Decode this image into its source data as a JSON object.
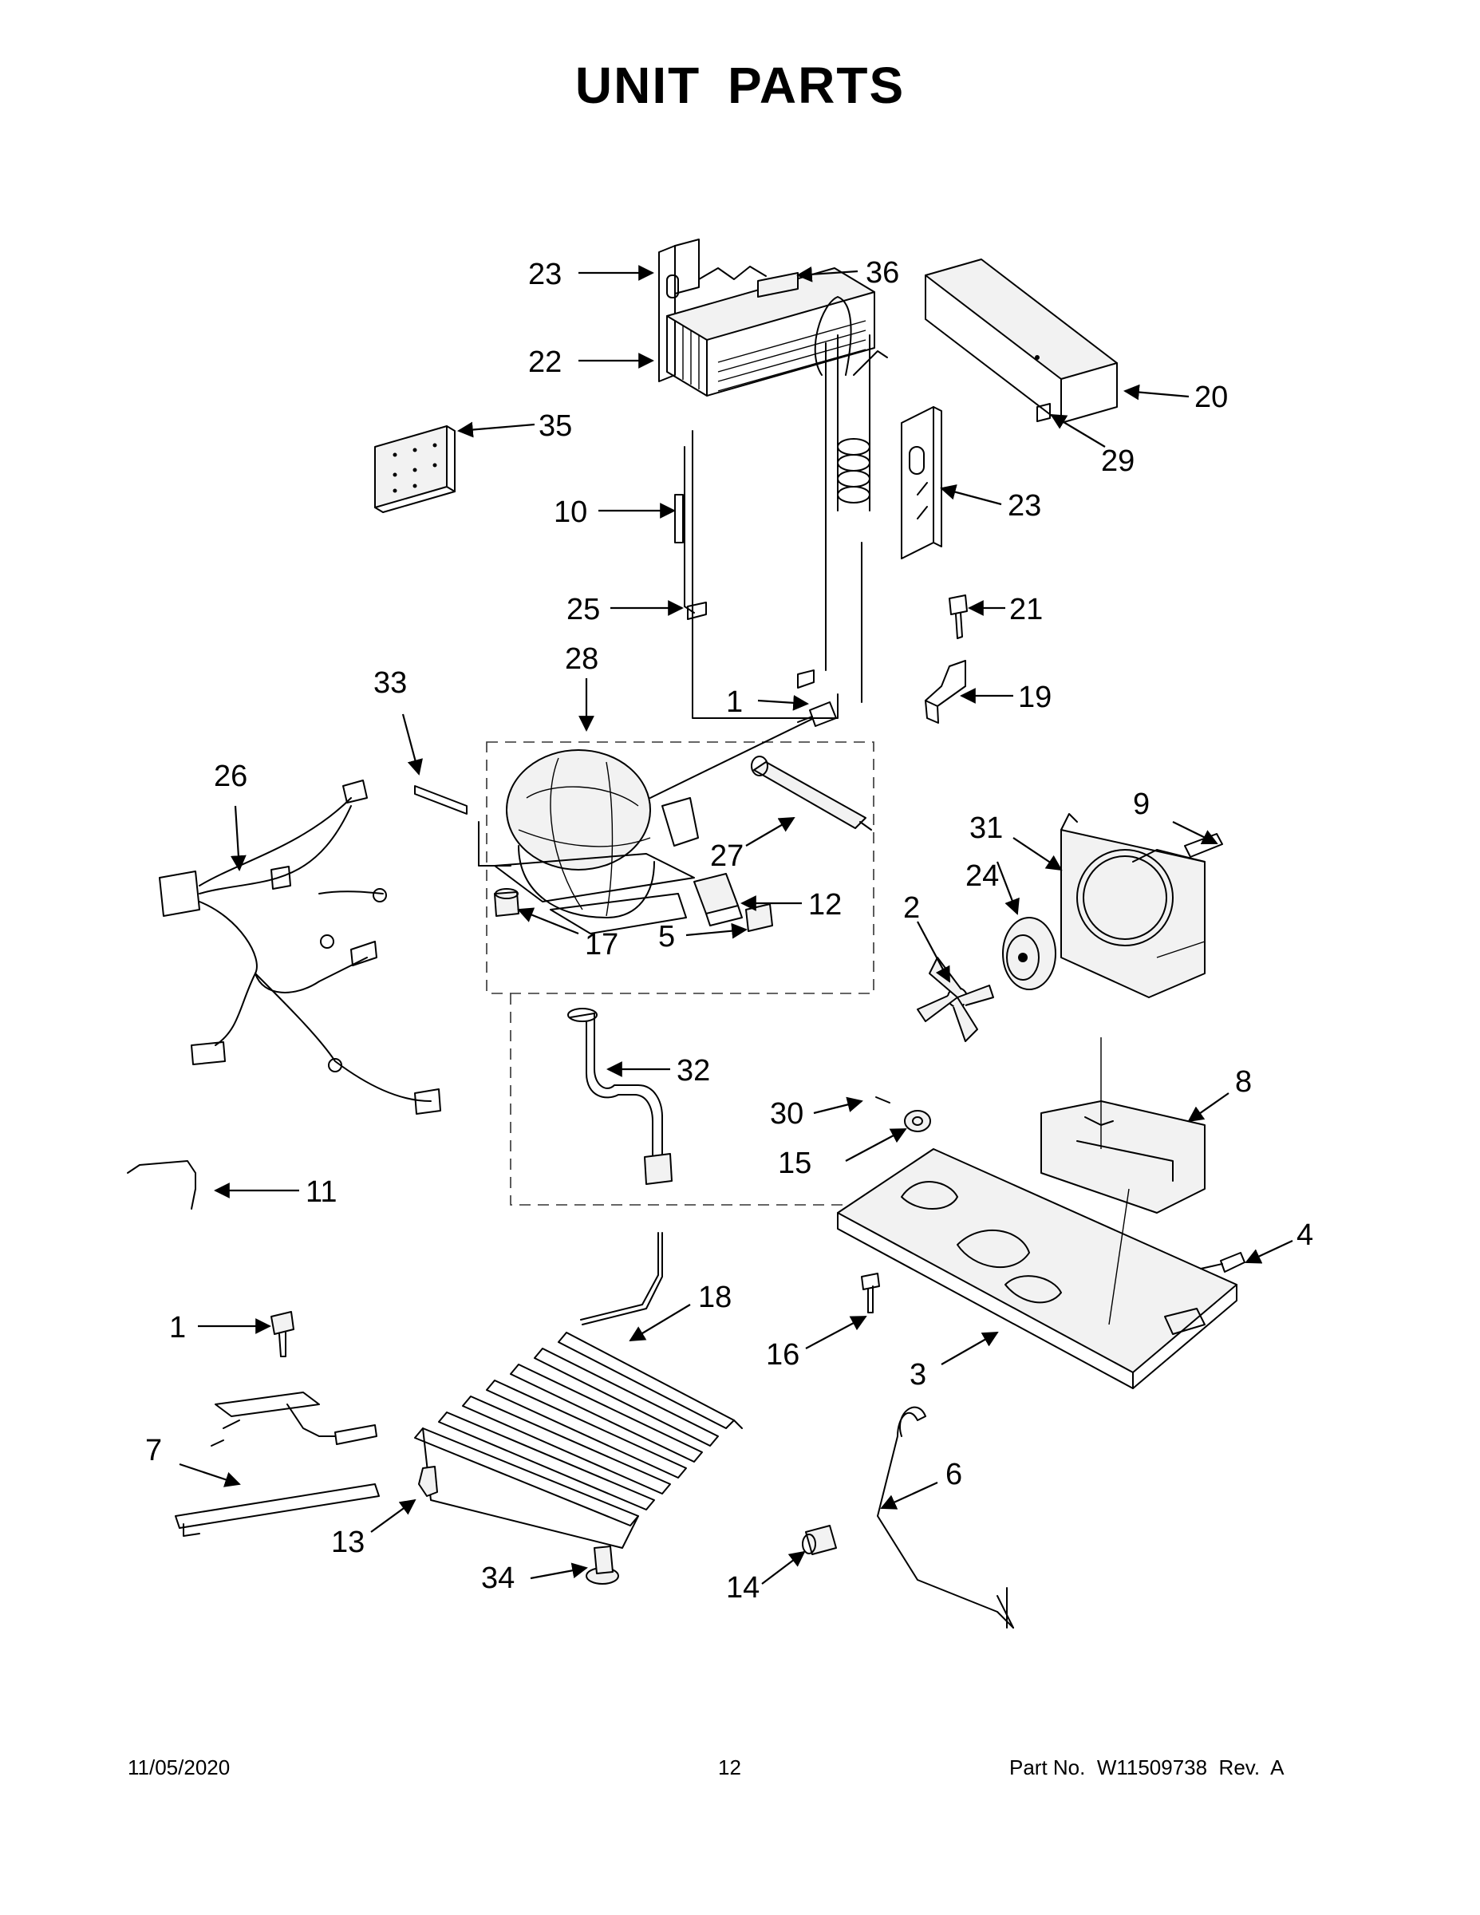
{
  "title": "UNIT PARTS",
  "footer": {
    "date": "11/05/2020",
    "page": "12",
    "part_no": "Part No.  W11509738  Rev.  A"
  },
  "callouts": {
    "c36": "36",
    "c23a": "23",
    "c22": "22",
    "c35": "35",
    "c10": "10",
    "c25": "25",
    "c20": "20",
    "c29": "29",
    "c23b": "23",
    "c21": "21",
    "c19": "19",
    "c28": "28",
    "c33": "33",
    "c26": "26",
    "c1a": "1",
    "c27": "27",
    "c12": "12",
    "c17": "17",
    "c5": "5",
    "c9": "9",
    "c31": "31",
    "c24": "24",
    "c2": "2",
    "c32": "32",
    "c8": "8",
    "c30": "30",
    "c15": "15",
    "c11": "11",
    "c4": "4",
    "c18": "18",
    "c16": "16",
    "c3": "3",
    "c1b": "1",
    "c7": "7",
    "c6": "6",
    "c13": "13",
    "c34": "34",
    "c14": "14"
  }
}
